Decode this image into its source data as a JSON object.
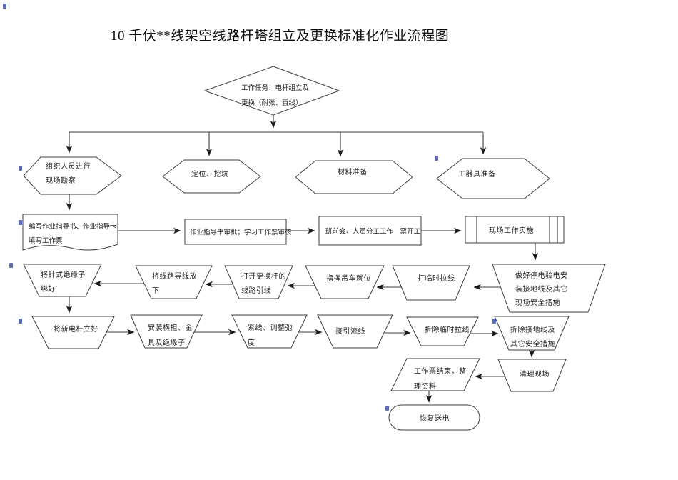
{
  "title": "10 千伏**线架空线路杆塔组立及更换标准化作业流程图",
  "nodes": {
    "task": "工作任务：电杆组立及\n更换（耐张、直线）",
    "survey": "组织人员进行\n现场勘察",
    "locate": "定位、挖坑",
    "material": "材料准备",
    "tools": "工器具准备",
    "write": "编写作业指导书、作业指导卡\n填写工作票",
    "approve": "作业指导书审批；学习工作票审核",
    "meeting": "班前会，人员分工工作　票开工",
    "implement": "现场工作实施",
    "safety": "做好停电验电安\n装接地线及其它\n现场安全措施",
    "temp_guy": "打临时拉线",
    "crane": "指挥吊车就位",
    "open_jumper": "打开更换杆的\n线路引线",
    "lower_wire": "将线路导线放\n下",
    "bind_insulator": "将针式绝缘子\n绑好",
    "erect_pole": "将新电杆立好",
    "crossarm": "安装横担、金\n具及绝缘子",
    "tension": "紧线、调整弛\n度",
    "jumper": "接引流线",
    "remove_guy": "拆除临时拉线",
    "remove_ground": "拆除接地线及\n其它安全措施",
    "cleanup": "清理现场",
    "ticket_end": "工作票结束，整\n理资料",
    "restore": "恢复送电"
  },
  "colors": {
    "ink": "#3d3d3d",
    "anchor_blue": "#3347a8",
    "background": "#ffffff"
  }
}
